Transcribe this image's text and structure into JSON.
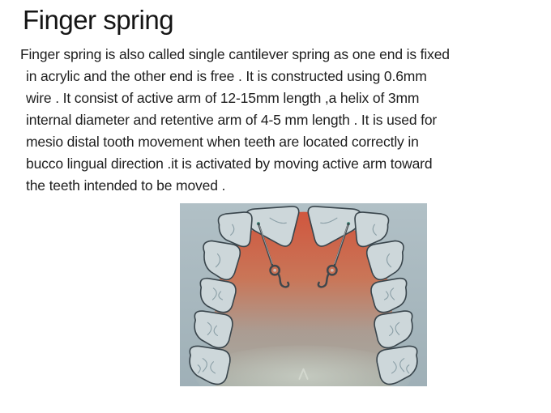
{
  "page": {
    "background": "#ffffff"
  },
  "slide": {
    "title": "Finger spring",
    "body_lines": [
      "Finger spring is also called single cantilever spring as one end is fixed",
      "in acrylic and the other end is free . It is constructed using 0.6mm",
      "wire . It consist of active arm of 12-15mm length ,a helix of 3mm",
      "internal diameter and retentive arm of 4-5 mm length . It is used for",
      "mesio distal tooth movement when teeth are located correctly in",
      "bucco lingual direction .it is activated by moving active arm toward",
      "the teeth intended to be moved ."
    ]
  },
  "figure": {
    "description": "Occlusal view of an upper dental arch model with two finger springs (helix coils) on the palate attached to the central incisors",
    "colors": {
      "photo_bg_top": "#b1c0c6",
      "photo_bg_bottom": "#9fb0b7",
      "palate_top": "#d0563e",
      "palate_mid": "#c97658",
      "palate_fade": "#ab9c92",
      "palate_bottom": "#a6aca4",
      "tooth_fill": "#cdd7da",
      "tooth_outline": "#39454c",
      "tooth_detail": "#7e949c",
      "wire": "#3f474c",
      "wire_highlight": "#c9cfd0",
      "attachment_dot": "#3f8f7f",
      "base_glow": "#c7cdc3",
      "base_mark": "#d6dbd1"
    }
  }
}
